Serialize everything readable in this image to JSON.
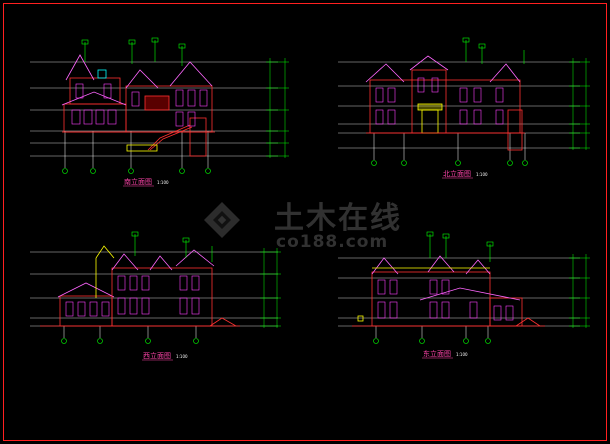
{
  "colors": {
    "background": "#000000",
    "frame": "#ff2020",
    "wall": "#ff3030",
    "window": "#ff40ff",
    "roof": "#ff66ff",
    "door": "#ffff00",
    "dimension": "#00ff00",
    "grid": "#ffffff",
    "accent": "#00ffff"
  },
  "drawings": [
    {
      "title": "南立面图",
      "scale": "1:100"
    },
    {
      "title": "北立面图",
      "scale": "1:100"
    },
    {
      "title": "西立面图",
      "scale": "1:100"
    },
    {
      "title": "东立面图",
      "scale": "1:100"
    }
  ],
  "watermark": {
    "chinese": "土木在线",
    "english": "co188.com"
  }
}
